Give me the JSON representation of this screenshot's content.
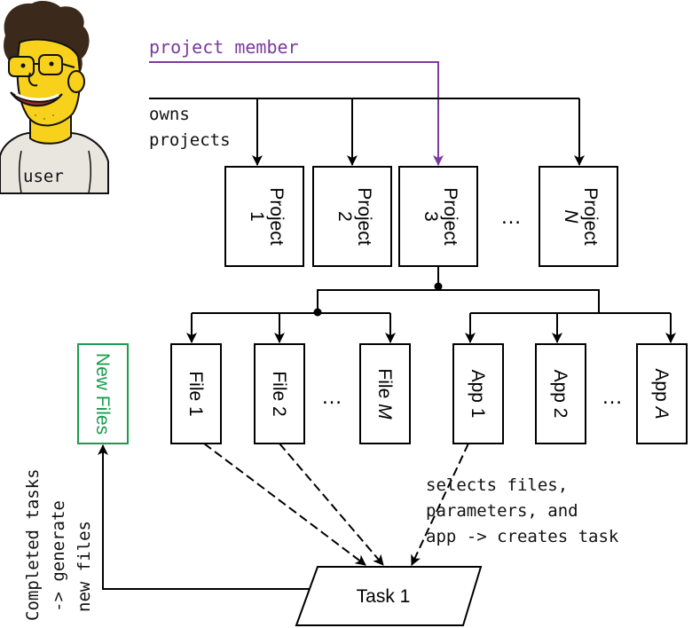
{
  "user": {
    "label": "user"
  },
  "edges": {
    "project_member": "project member",
    "owns_line1": "owns",
    "owns_line2": "projects",
    "selects_line1": "selects files,",
    "selects_line2": "parameters, and",
    "selects_line3": "app -> creates task",
    "completed_line1": "Completed tasks",
    "completed_line2": "-> generate",
    "completed_line3": "new files"
  },
  "projects": {
    "p1_name": "Project",
    "p1_id": "1",
    "p2_name": "Project",
    "p2_id": "2",
    "p3_name": "Project",
    "p3_id": "3",
    "pn_name": "Project",
    "pn_id": "N",
    "ellipsis": "…"
  },
  "files": {
    "f1": "File 1",
    "f2": "File 2",
    "fm_name": "File ",
    "fm_id": "M",
    "ellipsis": "…"
  },
  "apps": {
    "a1": "App 1",
    "a2": "App 2",
    "aa_name": "App ",
    "aa_id": "A",
    "ellipsis": "…"
  },
  "new_files": {
    "label": "New Files"
  },
  "task": {
    "label": "Task 1"
  },
  "colors": {
    "member_purple": "#7b3a9e",
    "new_files_green": "#1a9c4e",
    "line": "#000000",
    "skin": "#f7d11c",
    "shirt": "#e9e6df",
    "hair": "#3b2a1c"
  }
}
